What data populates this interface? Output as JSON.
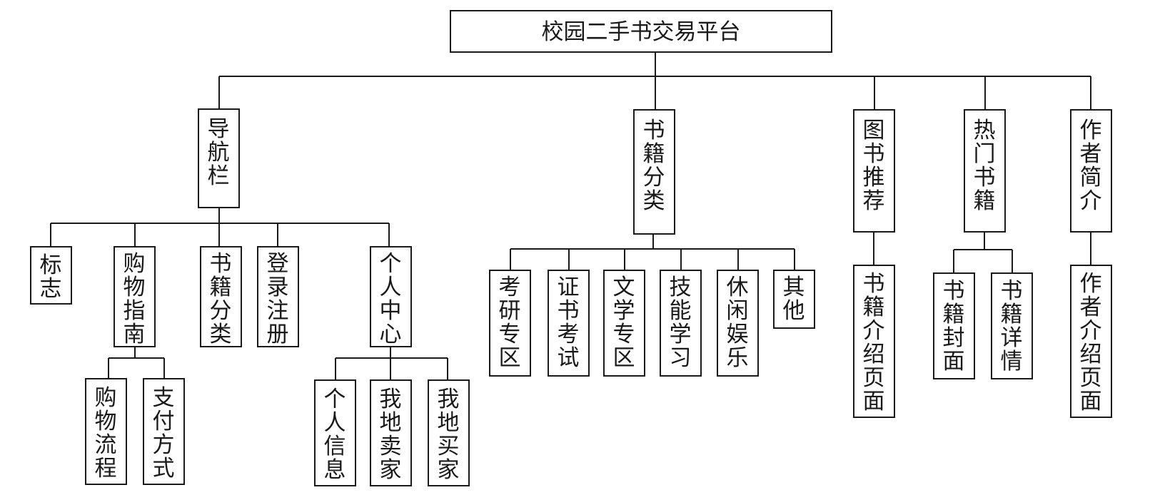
{
  "root": {
    "label": "校园二手书交易平台"
  },
  "nodes": {
    "nav": "导航栏",
    "category": "书籍分类",
    "recommend": "图书推荐",
    "hot": "热门书籍",
    "author": "作者简介",
    "nav_logo": "标志",
    "nav_guide": "购物指南",
    "nav_category": "书籍分类",
    "nav_login": "登录注册",
    "nav_personal": "个人中心",
    "guide_flow": "购物流程",
    "guide_pay": "支付方式",
    "personal_info": "个人信息",
    "personal_seller": "我地卖家",
    "personal_buyer": "我地买家",
    "cat_exam": "考研专区",
    "cat_cert": "证书考试",
    "cat_lit": "文学专区",
    "cat_skill": "技能学习",
    "cat_leisure": "休闲娱乐",
    "cat_other": "其他",
    "rec_intro": "书籍介绍页面",
    "hot_cover": "书籍封面",
    "hot_detail": "书籍详情",
    "author_intro": "作者介绍页面"
  }
}
